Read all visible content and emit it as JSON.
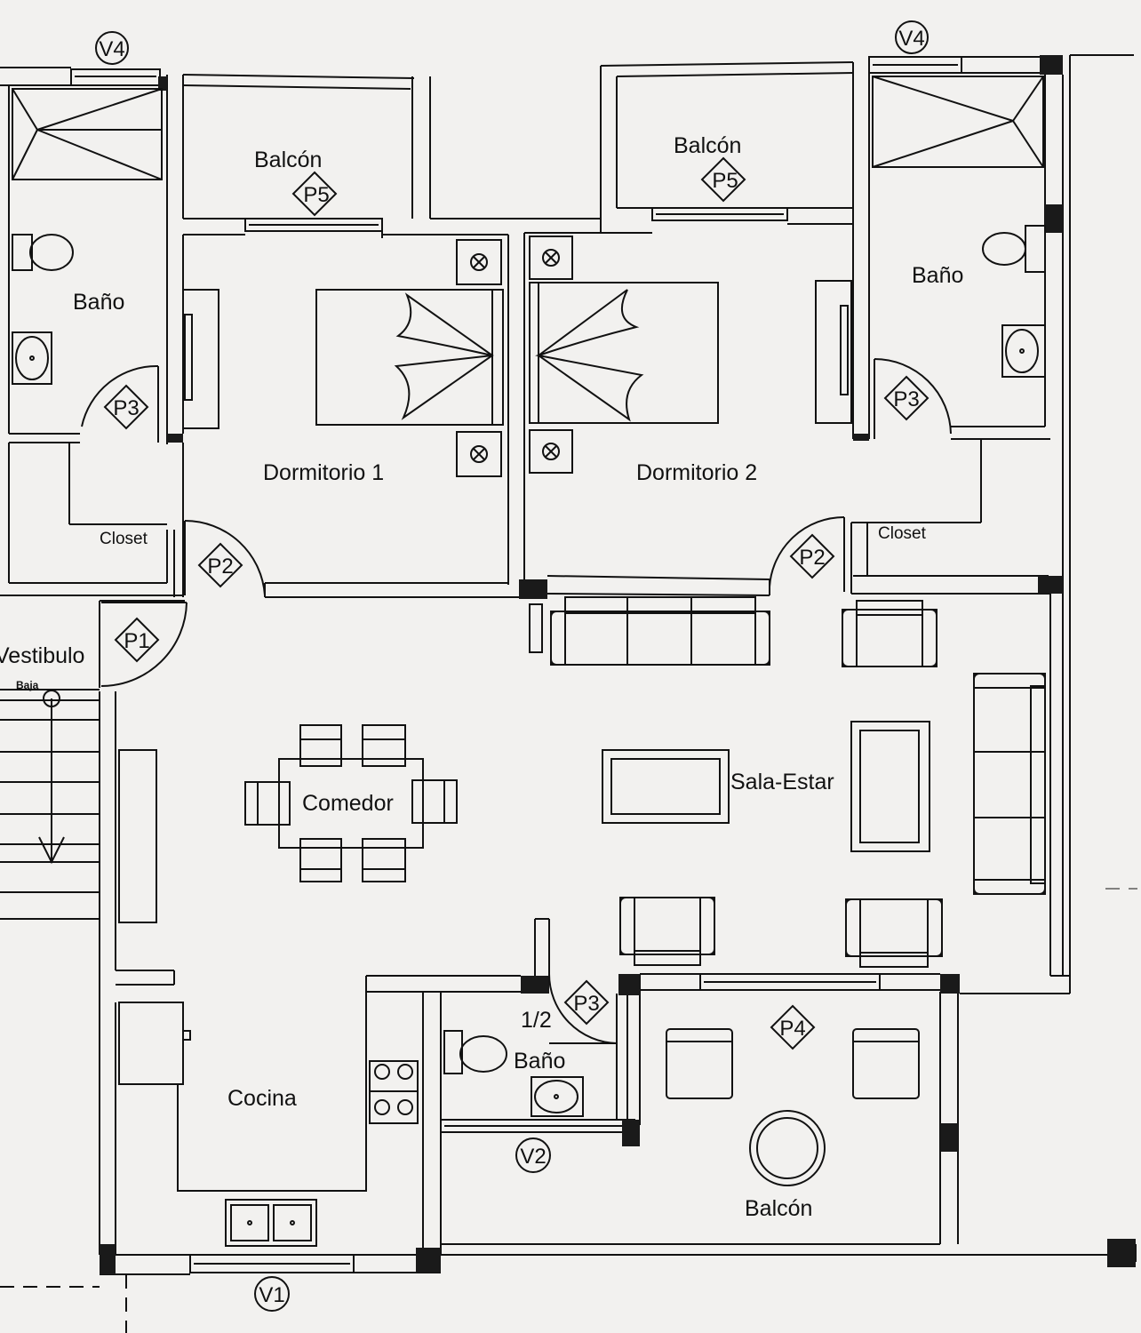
{
  "rooms": {
    "balcon_left": "Balcón",
    "balcon_center": "Balcón",
    "bano_left": "Baño",
    "bano_right": "Baño",
    "dormitorio_1": "Dormitorio 1",
    "dormitorio_2": "Dormitorio 2",
    "closet_left": "Closet",
    "closet_right": "Closet",
    "vestibulo": "Vestibulo",
    "baja": "Baja",
    "comedor": "Comedor",
    "sala_estar": "Sala-Estar",
    "cocina": "Cocina",
    "half_bath_fraction": "1/2",
    "half_bath": "Baño",
    "balcon_bottom": "Balcón"
  },
  "tags": {
    "v4_left": "V4",
    "v4_right": "V4",
    "p5_left": "P5",
    "p5_right": "P5",
    "p3_left": "P3",
    "p3_right": "P3",
    "p2_left": "P2",
    "p2_right": "P2",
    "p1": "P1",
    "p3_bottom": "P3",
    "p4": "P4",
    "v2": "V2",
    "v1": "V1"
  },
  "colors": {
    "line": "#111111",
    "background": "#f2f1ef",
    "wall_fill": "#1a1a1a"
  }
}
